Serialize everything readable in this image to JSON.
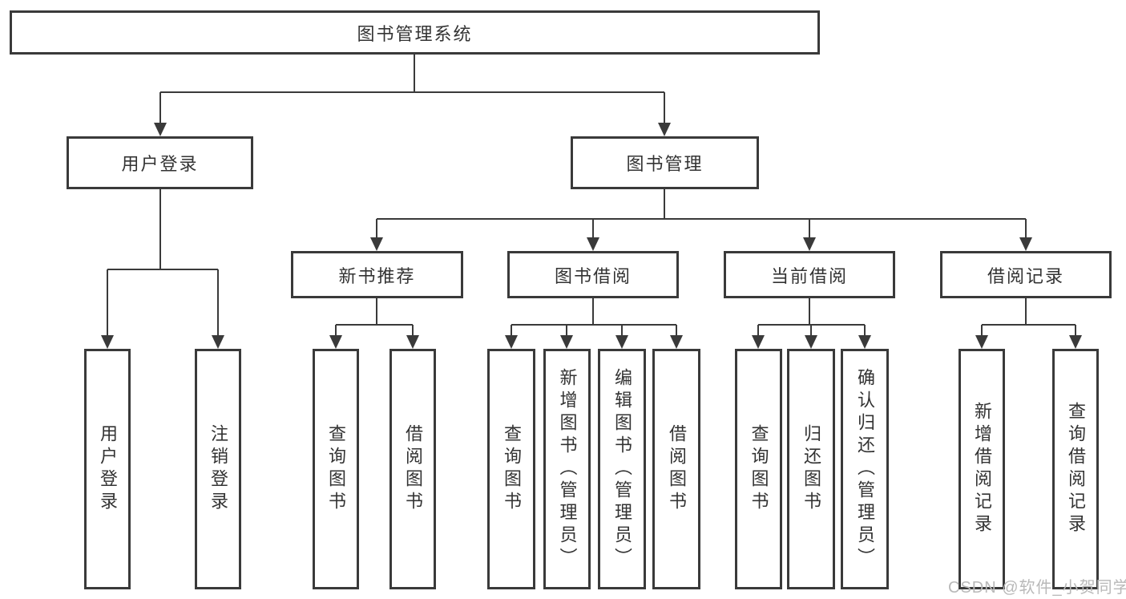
{
  "diagram": {
    "root": "图书管理系统",
    "branches": {
      "user_login": {
        "label": "用户登录",
        "children": [
          "用户登录",
          "注销登录"
        ]
      },
      "book_management": {
        "label": "图书管理",
        "sections": [
          {
            "label": "新书推荐",
            "children": [
              "查询图书",
              "借阅图书"
            ]
          },
          {
            "label": "图书借阅",
            "children": [
              "查询图书",
              "新增图书（管理员）",
              "编辑图书（管理员）",
              "借阅图书"
            ]
          },
          {
            "label": "当前借阅",
            "children": [
              "查询图书",
              "归还图书",
              "确认归还（管理员）"
            ]
          },
          {
            "label": "借阅记录",
            "children": [
              "新增借阅记录",
              "查询借阅记录"
            ]
          }
        ]
      }
    }
  },
  "watermark": "CSDN @软件_小贺同学",
  "colors": {
    "line": "#3a3a3a",
    "text": "#333333",
    "background": "#ffffff",
    "watermark": "#b9b9b9"
  }
}
